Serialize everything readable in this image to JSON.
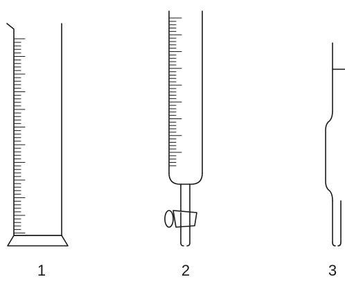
{
  "diagram": {
    "stroke_color": "#1a1a1a",
    "labels": {
      "item1": "1",
      "item2": "2",
      "item3": "3"
    },
    "items": [
      {
        "id": "graduated-cylinder",
        "label_key": "item1"
      },
      {
        "id": "burette",
        "label_key": "item2"
      },
      {
        "id": "volumetric-pipette",
        "label_key": "item3"
      }
    ]
  }
}
